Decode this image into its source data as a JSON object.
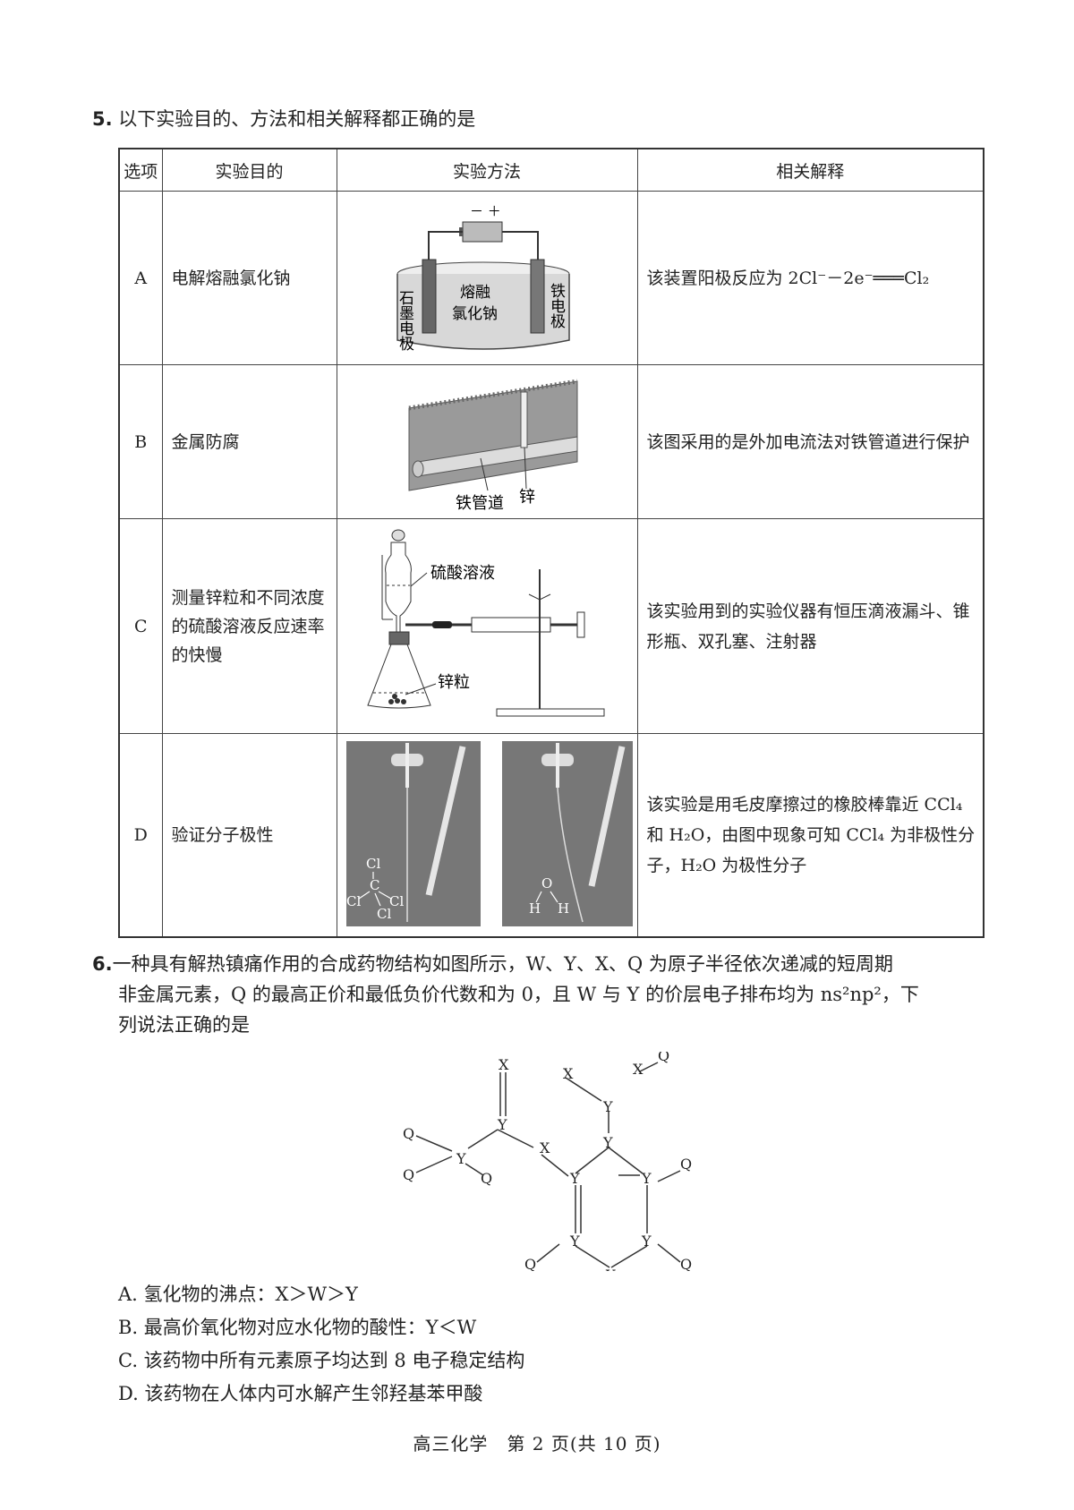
{
  "q5": {
    "number": "5.",
    "stem": "以下实验目的、方法和相关解释都正确的是",
    "headers": [
      "选项",
      "实验目的",
      "实验方法",
      "相关解释"
    ],
    "rows": [
      {
        "option": "A",
        "goal": "电解熔融氯化钠",
        "explanation": "该装置阳极反应为 2Cl⁻－2e⁻═══Cl₂"
      },
      {
        "option": "B",
        "goal": "金属防腐",
        "explanation": "该图采用的是外加电流法对铁管道进行保护"
      },
      {
        "option": "C",
        "goal": "测量锌粒和不同浓度的硫酸溶液反应速率的快慢",
        "explanation": "该实验用到的实验仪器有恒压滴液漏斗、锥形瓶、双孔塞、注射器"
      },
      {
        "option": "D",
        "goal": "验证分子极性",
        "explanation": "该实验是用毛皮摩擦过的橡胶棒靠近 CCl₄ 和 H₂O，由图中现象可知 CCl₄ 为非极性分子，H₂O 为极性分子"
      }
    ],
    "figure_labels": {
      "a_battery": "－ ＋",
      "a_left": "石墨电极",
      "a_center_1": "熔融",
      "a_center_2": "氯化钠",
      "a_right": "铁电极",
      "b_pipe": "铁管道",
      "b_zinc": "锌",
      "c_solution": "硫酸溶液",
      "c_zinc": "锌粒",
      "d_cl": "Cl",
      "d_c": "C",
      "d_o": "O",
      "d_h": "H"
    }
  },
  "q6": {
    "number": "6.",
    "stem_line1": "一种具有解热镇痛作用的合成药物结构如图所示，W、Y、X、Q 为原子半径依次递减的短周期",
    "stem_line2": "非金属元素，Q 的最高正价和最低负价代数和为 0，且 W 与 Y 的价层电子排布均为 ns²np²，下",
    "stem_line3": "列说法正确的是",
    "atoms": {
      "x": "X",
      "y": "Y",
      "q": "Q"
    },
    "options": [
      "A. 氢化物的沸点：X＞W＞Y",
      "B. 最高价氧化物对应水化物的酸性：Y＜W",
      "C. 该药物中所有元素原子均达到 8 电子稳定结构",
      "D. 该药物在人体内可水解产生邻羟基苯甲酸"
    ]
  },
  "footer": "高三化学　第 2 页(共 10 页)"
}
